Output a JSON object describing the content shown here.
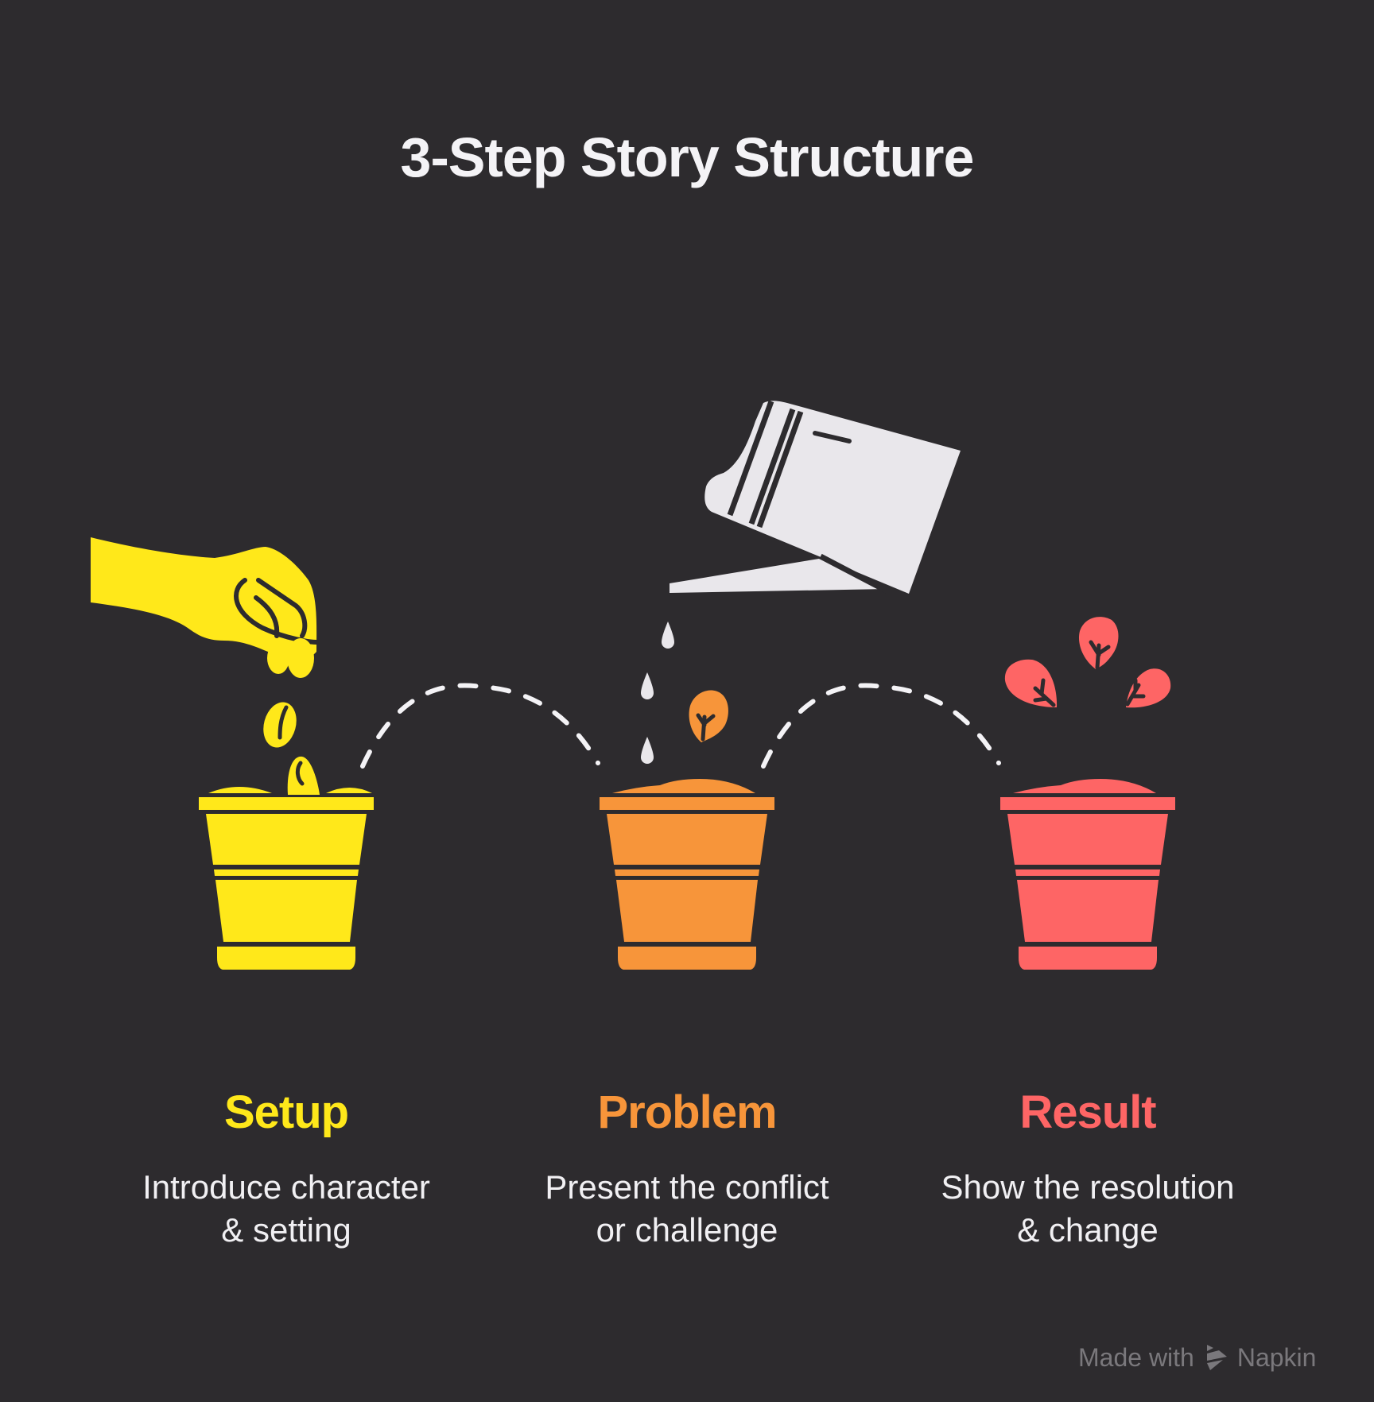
{
  "title": "3-Step Story Structure",
  "colors": {
    "background": "#2d2b2e",
    "setup": "#ffe81a",
    "problem": "#f7953a",
    "result": "#fe6565",
    "neutral": "#e9e7eb",
    "connector": "#f4f3f6"
  },
  "steps": [
    {
      "id": "setup",
      "title": "Setup",
      "desc_line1": "Introduce character",
      "desc_line2": "& setting",
      "illustration": "hand-dropping-seeds-into-pot"
    },
    {
      "id": "problem",
      "title": "Problem",
      "desc_line1": "Present the conflict",
      "desc_line2": "or challenge",
      "illustration": "watering-can-over-sprouting-pot"
    },
    {
      "id": "result",
      "title": "Result",
      "desc_line1": "Show the resolution",
      "desc_line2": "& change",
      "illustration": "pot-with-grown-leaves"
    }
  ],
  "connectors": [
    "dashed-arc-setup-to-problem",
    "dashed-arc-problem-to-result"
  ],
  "watermark": {
    "prefix": "Made with",
    "brand": "Napkin",
    "icon": "napkin-logo-icon"
  }
}
